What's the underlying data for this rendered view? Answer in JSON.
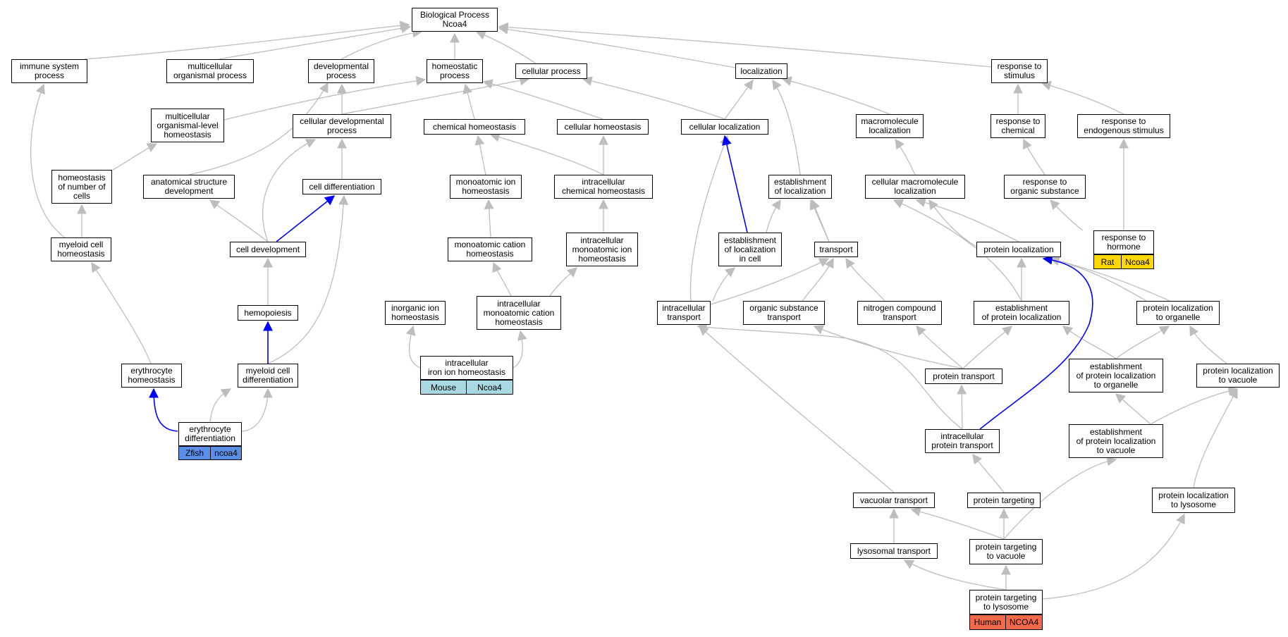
{
  "colors": {
    "edge_default": "#bdbdbd",
    "edge_highlight": "#0000ff",
    "zfish": "#5b8ee6",
    "mouse": "#a8d8e2",
    "rat": "#ffd700",
    "human": "#f3694a"
  },
  "nodes": {
    "bp": "Biological Process\nNcoa4",
    "immune": "immune system\nprocess",
    "multicell": "multicellular\norganismal process",
    "developmental": "developmental\nprocess",
    "homeostatic": "homeostatic\nprocess",
    "cellproc": "cellular process",
    "localization": "localization",
    "resp_stim": "response to\nstimulus",
    "mol_homeo": "multicellular\norganismal-level\nhomeostasis",
    "cell_dev_proc": "cellular developmental\nprocess",
    "chem_homeo": "chemical homeostasis",
    "cell_homeo": "cellular homeostasis",
    "cell_loc": "cellular localization",
    "macro_loc": "macromolecule\nlocalization",
    "resp_chem": "response to\nchemical",
    "resp_endo": "response to\nendogenous stimulus",
    "homeo_num": "homeostasis\nof number of\ncells",
    "anat_dev": "anatomical structure\ndevelopment",
    "cell_diff": "cell differentiation",
    "mono_ion": "monoatomic ion\nhomeostasis",
    "ic_chem": "intracellular\nchemical homeostasis",
    "est_loc": "establishment\nof localization",
    "cell_macro_loc": "cellular macromolecule\nlocalization",
    "resp_org": "response to\norganic substance",
    "myeloid_homeo": "myeloid cell\nhomeostasis",
    "cell_dev": "cell development",
    "mono_cat": "monoatomic cation\nhomeostasis",
    "ic_mono_ion": "intracellular\nmonoatomic ion\nhomeostasis",
    "est_loc_cell": "establishment\nof localization\nin cell",
    "transport": "transport",
    "prot_loc": "protein localization",
    "resp_horm": "response to\nhormone",
    "hemopoiesis": "hemopoiesis",
    "inorg_ion": "inorganic ion\nhomeostasis",
    "ic_mono_cat": "intracellular\nmonoatomic cation\nhomeostasis",
    "ic_transport": "intracellular\ntransport",
    "org_sub_tr": "organic substance\ntransport",
    "nitro_tr": "nitrogen compound\ntransport",
    "est_prot_loc": "establishment\nof protein localization",
    "prot_loc_org": "protein localization\nto organelle",
    "ic_iron": "intracellular\niron ion homeostasis",
    "ery_homeo": "erythrocyte\nhomeostasis",
    "myeloid_diff": "myeloid cell\ndifferentiation",
    "prot_tr": "protein transport",
    "est_prot_org": "establishment\nof protein localization\nto organelle",
    "prot_loc_vac": "protein localization\nto vacuole",
    "ery_diff": "erythrocyte\ndifferentiation",
    "ic_prot_tr": "intracellular\nprotein transport",
    "est_prot_vac": "establishment\nof protein localization\nto vacuole",
    "vac_tr": "vacuolar transport",
    "prot_targ": "protein targeting",
    "prot_loc_lys": "protein localization\nto lysosome",
    "lys_tr": "lysosomal transport",
    "prot_targ_vac": "protein targeting\nto vacuole",
    "prot_targ_lys": "protein targeting\nto lysosome"
  },
  "badges": {
    "zfish": [
      "Zfish",
      "ncoa4"
    ],
    "mouse": [
      "Mouse",
      "Ncoa4"
    ],
    "rat": [
      "Rat",
      "Ncoa4"
    ],
    "human": [
      "Human",
      "NCOA4"
    ]
  }
}
